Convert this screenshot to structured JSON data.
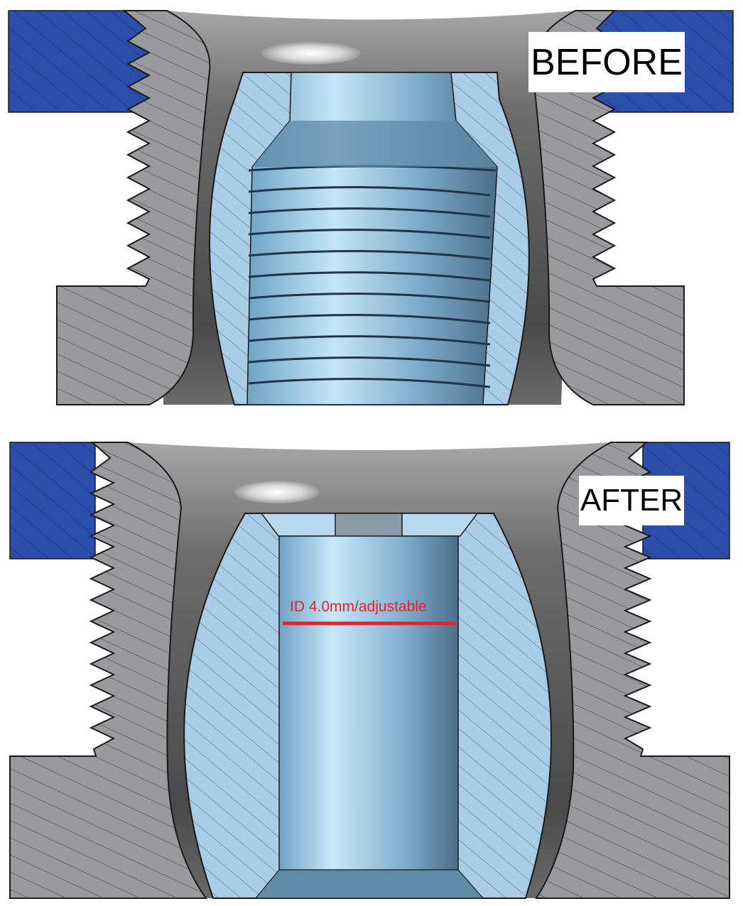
{
  "labels": {
    "before": "BEFORE",
    "after": "AFTER"
  },
  "annotation": {
    "inner_diameter": "ID 4.0mm/adjustable"
  },
  "colors": {
    "housing_blue": "#2d4fac",
    "nut_grey": "#9a9a9e",
    "insert_blue": "#a9cde6",
    "bore_blue": "#7fb2d5",
    "annotation_red": "#e8202a",
    "outline": "#1a1a1a"
  }
}
